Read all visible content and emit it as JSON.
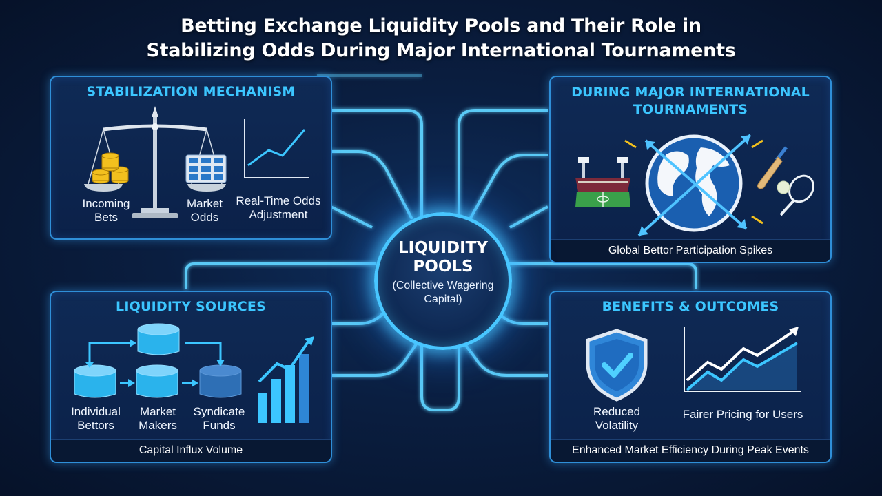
{
  "title": {
    "line1": "Betting Exchange Liquidity Pools and Their Role in",
    "line2": "Stabilizing Odds During Major International Tournaments"
  },
  "hub": {
    "title_line1": "LIQUIDITY",
    "title_line2": "POOLS",
    "subtitle_line1": "(Collective Wagering",
    "subtitle_line2": "Capital)"
  },
  "panels": {
    "stabilization": {
      "title": "STABILIZATION MECHANISM",
      "incoming_line1": "Incoming",
      "incoming_line2": "Bets",
      "market_line1": "Market",
      "market_line2": "Odds",
      "realtime_line1": "Real-Time Odds",
      "realtime_line2": "Adjustment"
    },
    "tournaments": {
      "title_line1": "DURING MAJOR INTERNATIONAL",
      "title_line2": "TOURNAMENTS",
      "footer": "Global Bettor Participation Spikes"
    },
    "sources": {
      "title": "LIQUIDITY SOURCES",
      "individual_line1": "Individual",
      "individual_line2": "Bettors",
      "makers_line1": "Market",
      "makers_line2": "Makers",
      "syndicate_line1": "Syndicate",
      "syndicate_line2": "Funds",
      "footer": "Capital Influx Volume"
    },
    "benefits": {
      "title": "BENEFITS & OUTCOMES",
      "reduced_line1": "Reduced",
      "reduced_line2": "Volatility",
      "fairer": "Fairer Pricing for Users",
      "footer": "Enhanced Market Efficiency During Peak Events"
    }
  },
  "colors": {
    "accent_cyan": "#3cc6ff",
    "panel_border": "#2f8fd8",
    "background": "#0a1e40",
    "gold": "#f2c01e"
  },
  "icons": [
    "balance-scale-icon",
    "coin-stack-icon",
    "odds-board-icon",
    "line-chart-icon",
    "stadium-icon",
    "globe-icon",
    "cricket-bat-icon",
    "tennis-racket-icon",
    "database-icon",
    "bar-chart-icon",
    "shield-check-icon",
    "trend-chart-icon"
  ]
}
